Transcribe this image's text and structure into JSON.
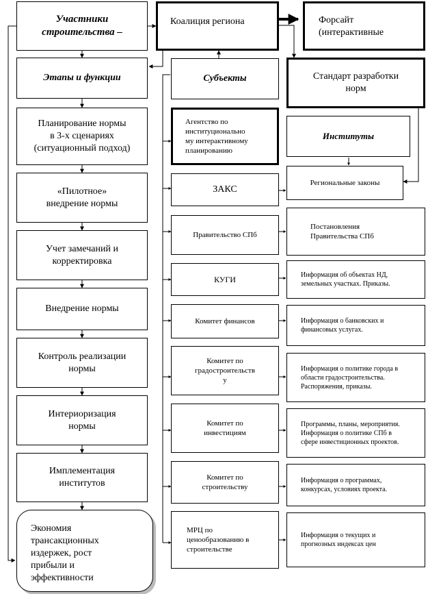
{
  "left_column": {
    "participants": "Участники\nстроительства –",
    "stages": "Этапы и функции",
    "steps": [
      "Планирование нормы\nв 3-х сценариях\n(ситуационный подход)",
      "«Пилотное»\nвнедрение нормы",
      "Учет замечаний и\nкорректировка",
      "Внедрение нормы",
      "Контроль реализации\nнормы",
      "Интериоризация\nнормы",
      "Имплементация\nинститутов"
    ],
    "result": "Экономия\nтрансакционных\nиздержек,          рост\nприбыли              и\nэффективности"
  },
  "middle_column": {
    "coalition": "Коалиция региона",
    "subjects": "Субъекты",
    "agency": "Агентство             по\nинституционально\nму интерактивному\nпланированию",
    "items": [
      "ЗАКС",
      "Правительство СПб",
      "КУГИ",
      "Комитет финансов",
      "Комитет по\nградостроительств\nу",
      "Комитет по\nинвестициям",
      "Комитет по\nстроительству",
      "МРЦ по\nценообразованию в\nстроительстве"
    ]
  },
  "right_column": {
    "foresight": "Форсайт\n(интерактивные",
    "standard": "Стандарт разработки\nнорм",
    "institutes": "Институты",
    "items": [
      "Региональные законы",
      "Постановления\nПравительства  СПб",
      "Информация об объектах НД,\nземельных участках. Приказы.",
      "Информация о банковских и\nфинансовых услугах.",
      "Информация о политике города в\nобласти градостроительства.\nРаспоряжения, приказы.",
      "Программы, планы, мероприятия.\nИнформация о политике СПб в\nсфере инвестиционных проектов.",
      "Информация о программах,\nконкурсах, условиях проекта.",
      "Информация о текущих и\nпрогнозных  индексах цен"
    ]
  }
}
